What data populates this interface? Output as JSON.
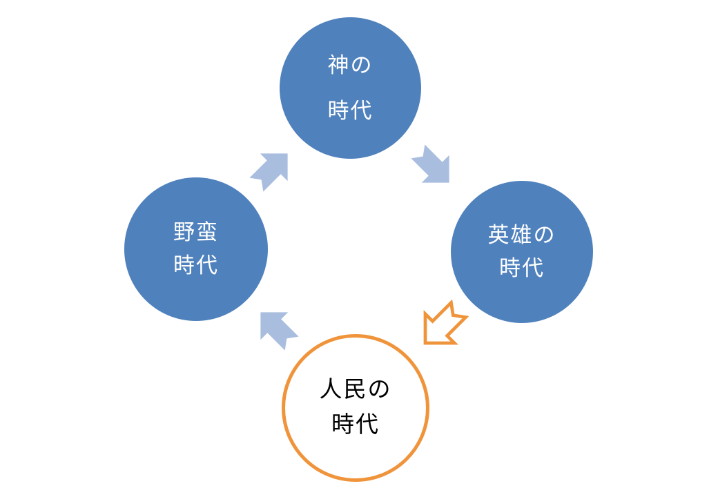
{
  "diagram": {
    "type": "cycle",
    "title": "",
    "nodes": [
      {
        "id": "age-of-gods",
        "position": "top",
        "line1": "神の",
        "line2": "時代",
        "style": "filled-blue"
      },
      {
        "id": "age-of-heroes",
        "position": "right",
        "line1": "英雄の",
        "line2": "時代",
        "style": "filled-blue"
      },
      {
        "id": "age-of-people",
        "position": "bottom",
        "line1": "人民の",
        "line2": "時代",
        "style": "outlined-orange"
      },
      {
        "id": "barbarian-age",
        "position": "left",
        "line1": "野蛮",
        "line2": "時代",
        "style": "filled-blue"
      }
    ],
    "arrows": [
      {
        "id": "gods-to-heroes",
        "direction": "down-right",
        "style": "solid-light-blue"
      },
      {
        "id": "heroes-to-people",
        "direction": "down-left",
        "style": "outlined-orange"
      },
      {
        "id": "people-to-barbarian",
        "direction": "up-left",
        "style": "solid-light-blue"
      },
      {
        "id": "barbarian-to-gods",
        "direction": "up-right",
        "style": "solid-light-blue"
      }
    ],
    "colors": {
      "node_fill": "#4f81bd",
      "arrow_fill": "#a9bedf",
      "accent_orange": "#f0943c",
      "text_on_blue": "#ffffff",
      "text_on_white": "#000000",
      "background": "#ffffff"
    }
  }
}
